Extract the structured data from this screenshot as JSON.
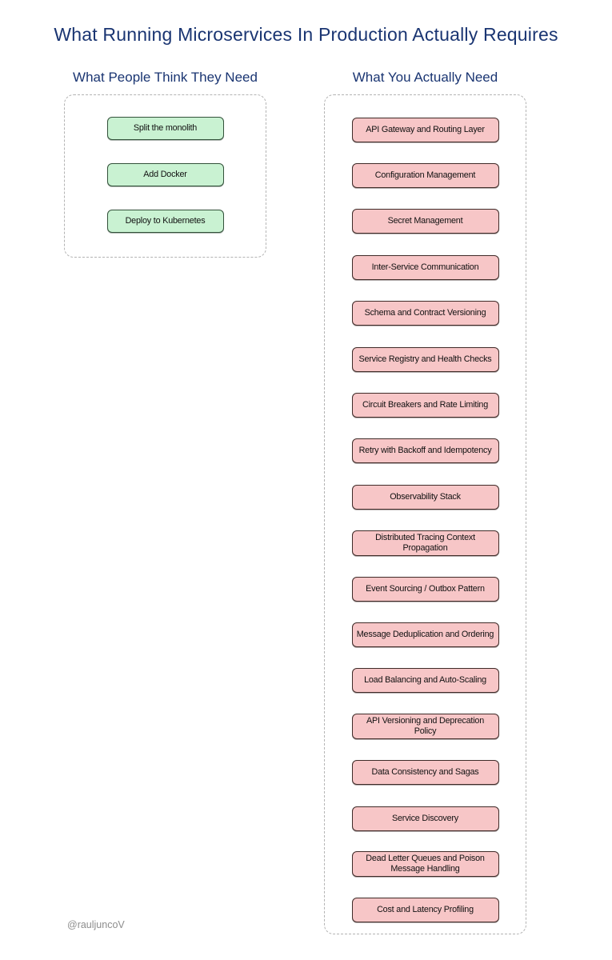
{
  "title": "What Running Microservices In Production Actually Requires",
  "watermark": "@rauljuncoV",
  "colors": {
    "accent_navy": "#1a3572",
    "green_fill": "#c9f2d2",
    "green_border": "#33523a",
    "pink_fill": "#f7c6c7",
    "pink_border": "#3f2b28",
    "dashed_border": "#b3b3b3",
    "watermark_gray": "#8d8d8d",
    "text_black": "#111111"
  },
  "left_panel": {
    "heading": "What People Think They Need",
    "items": [
      "Split the monolith",
      "Add Docker",
      "Deploy to Kubernetes"
    ]
  },
  "right_panel": {
    "heading": "What You Actually Need",
    "items": [
      "API Gateway and Routing Layer",
      "Configuration Management",
      "Secret Management",
      "Inter-Service Communication",
      "Schema and Contract Versioning",
      "Service Registry and Health Checks",
      "Circuit Breakers and Rate Limiting",
      "Retry with Backoff and Idempotency",
      "Observability Stack",
      "Distributed Tracing Context Propagation",
      "Event Sourcing / Outbox Pattern",
      "Message Deduplication and Ordering",
      "Load Balancing and Auto-Scaling",
      "API Versioning and Deprecation Policy",
      "Data Consistency and Sagas",
      "Service Discovery",
      "Dead Letter Queues and Poison Message Handling",
      "Cost and Latency Profiling"
    ]
  }
}
